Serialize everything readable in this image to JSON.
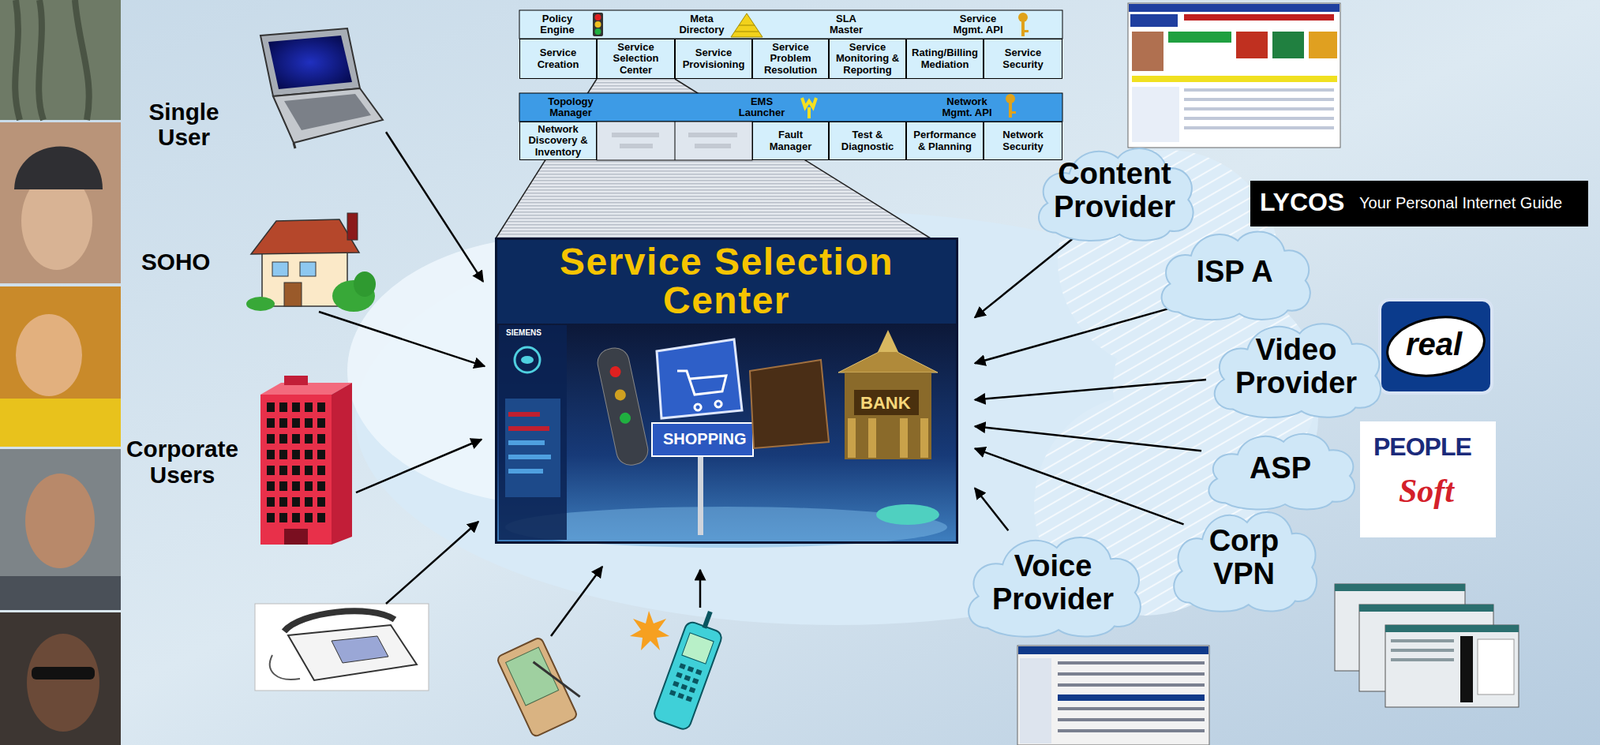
{
  "diagram": {
    "nodes": [
      {
        "text": [
          "Policy Engine"
        ]
      },
      {
        "text": [
          "Meta Directory"
        ]
      },
      {
        "text": [
          "SLA Master"
        ]
      },
      {
        "text": [
          "Service Mgmt. API"
        ]
      },
      {
        "text": [
          "Service Creation"
        ]
      },
      {
        "text": [
          "Service Selection Center"
        ]
      },
      {
        "text": [
          "Service Provisioning"
        ]
      },
      {
        "text": [
          "Service Problem Resolution"
        ]
      },
      {
        "text": [
          "Service Monitoring & Reporting"
        ]
      },
      {
        "text": [
          "Rating/Billing Mediation"
        ]
      },
      {
        "text": [
          "Service Security"
        ]
      },
      {
        "text": [
          "Topology Manager"
        ]
      },
      {
        "text": [
          "EMS Launcher"
        ]
      },
      {
        "text": [
          "Network Mgmt. API"
        ]
      },
      {
        "text": [
          "Network Discovery & Inventory"
        ]
      },
      {
        "text": [
          "Fault Manager"
        ]
      },
      {
        "text": [
          "Test & Diagnostic"
        ]
      },
      {
        "text": [
          "Performance & Planning"
        ]
      },
      {
        "text": [
          "Network Security"
        ]
      },
      {
        "text": [
          "Single User"
        ]
      },
      {
        "text": [
          "SOHO"
        ]
      },
      {
        "text": [
          "Corporate Users"
        ]
      },
      {
        "text": [
          "Service Selection Center"
        ]
      },
      {
        "text": [
          "Content Provider"
        ]
      },
      {
        "text": [
          "ISP A"
        ]
      },
      {
        "text": [
          "Video Provider"
        ]
      },
      {
        "text": [
          "ASP"
        ]
      },
      {
        "text": [
          "Corp VPN"
        ]
      },
      {
        "text": [
          "Voice Provider"
        ]
      }
    ],
    "edges": [
      {
        "from": 19,
        "to": 22,
        "arrow": "to"
      },
      {
        "from": 20,
        "to": 22,
        "arrow": "to"
      },
      {
        "from": 21,
        "to": 22,
        "arrow": "to"
      },
      {
        "from": 23,
        "to": 22,
        "arrow": "to"
      },
      {
        "from": 24,
        "to": 22,
        "arrow": "to"
      },
      {
        "from": 25,
        "to": 22,
        "arrow": "to"
      },
      {
        "from": 26,
        "to": 22,
        "arrow": "to"
      },
      {
        "from": 27,
        "to": 22,
        "arrow": "to"
      },
      {
        "from": 28,
        "to": 22,
        "arrow": "to"
      }
    ],
    "labels": [
      "SIEMENS",
      "SHOPPING",
      "BANK",
      "LYCOS",
      "Your Personal Internet Guide",
      "real",
      "PEOPLE",
      "Soft"
    ]
  }
}
